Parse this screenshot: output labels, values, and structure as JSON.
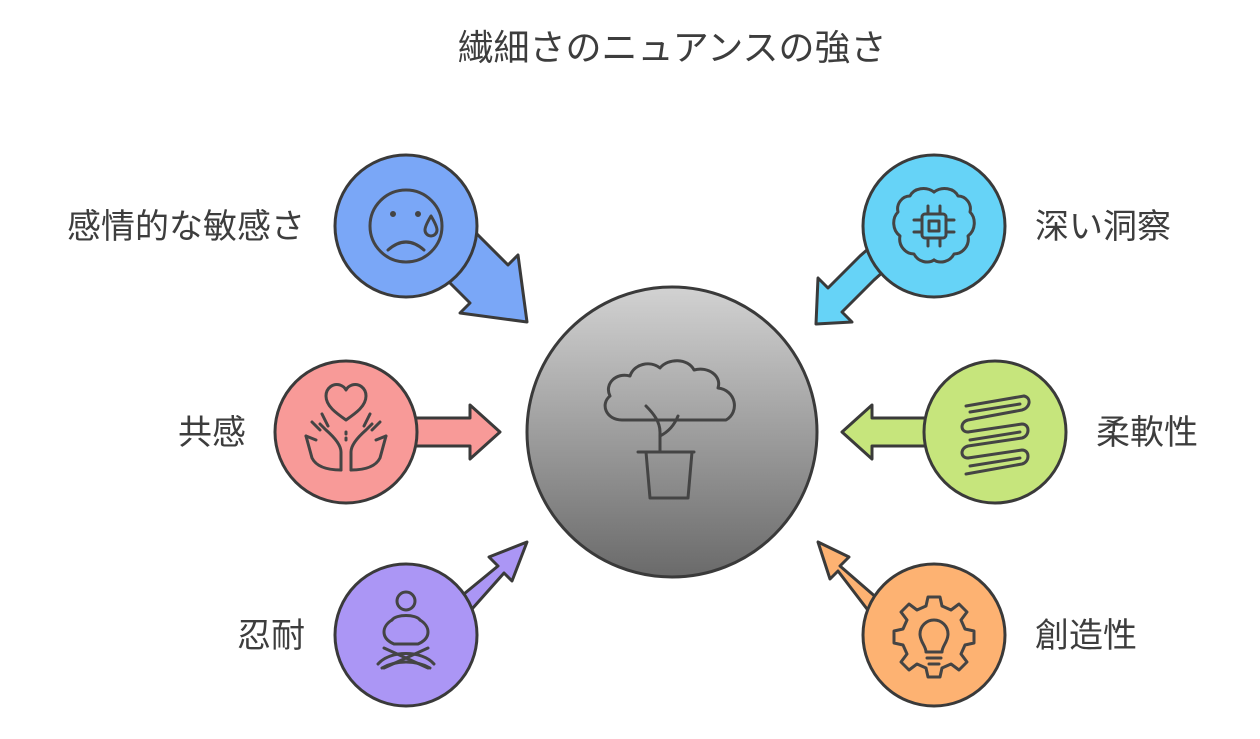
{
  "title": "繊細さのニュアンスの強さ",
  "center": {
    "icon": "potted-tree-icon"
  },
  "nodes": [
    {
      "id": "emotional-sensitivity",
      "label": "感情的な敏感さ",
      "color": "#7aa7f7",
      "icon": "sad-tear-face-icon"
    },
    {
      "id": "empathy",
      "label": "共感",
      "color": "#f89a98",
      "icon": "heart-hands-icon"
    },
    {
      "id": "patience",
      "label": "忍耐",
      "color": "#ab96f5",
      "icon": "meditation-icon"
    },
    {
      "id": "deep-insight",
      "label": "深い洞察",
      "color": "#66d3f7",
      "icon": "brain-chip-icon"
    },
    {
      "id": "flexibility",
      "label": "柔軟性",
      "color": "#c6e57c",
      "icon": "spring-icon"
    },
    {
      "id": "creativity",
      "label": "創造性",
      "color": "#fdb272",
      "icon": "gear-lightbulb-icon"
    }
  ]
}
